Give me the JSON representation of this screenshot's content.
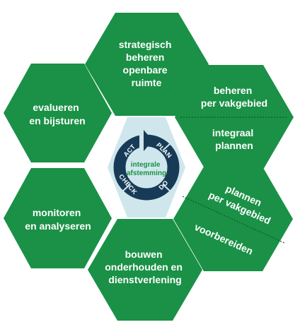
{
  "colors": {
    "hex_fill": "#1a9146",
    "center_hex_fill": "#cfe7ec",
    "cycle_ring": "#173b57",
    "center_text": "#1a9146",
    "divider": "#0c5a2a"
  },
  "hexagons": {
    "top": {
      "lines": [
        "strategisch",
        "beheren",
        "openbare",
        "ruimte"
      ]
    },
    "upper_left": {
      "lines": [
        "evalueren",
        "en bijsturen"
      ]
    },
    "lower_left": {
      "lines": [
        "monitoren",
        "en analyseren"
      ]
    },
    "bottom": {
      "lines": [
        "bouwen",
        "onderhouden en",
        "dienstverlening"
      ]
    },
    "upper_right": {
      "top_lines": [
        "beheren",
        "per vakgebied"
      ],
      "bottom_lines": [
        "integraal",
        "plannen"
      ]
    },
    "lower_right": {
      "top_lines": [
        "plannen",
        "per vakgebied"
      ],
      "bottom_lines": [
        "voorbereiden"
      ]
    }
  },
  "cycle": {
    "labels": {
      "act": "ACT",
      "plan": "PLAN",
      "do": "DO",
      "check": "CHECK"
    },
    "center_lines": [
      "integrale",
      "afstemming"
    ]
  }
}
